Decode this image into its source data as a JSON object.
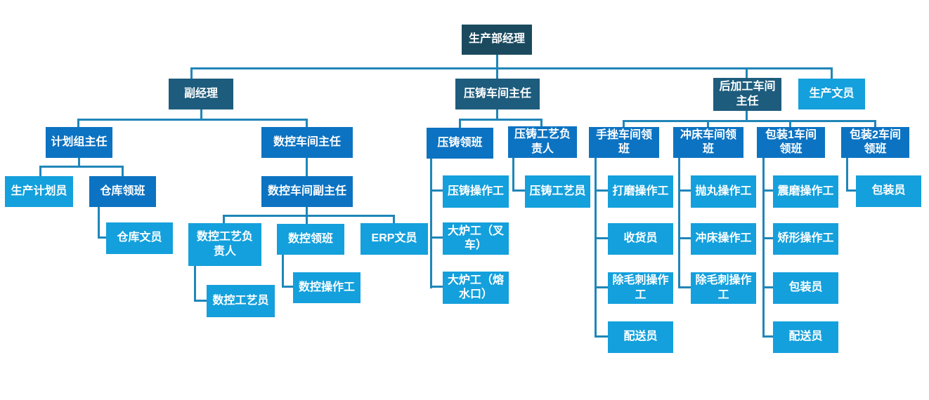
{
  "diagram": {
    "type": "org-chart",
    "title": "",
    "colors": {
      "root": "#1b4a5f",
      "dark": "#1e5c7d",
      "medium": "#0c73c2",
      "light": "#14a0dc",
      "connector": "#1f86b8",
      "text": "#ffffff",
      "background": "#ffffff"
    },
    "nodes": [
      {
        "id": "production-manager",
        "label": "生产部经理",
        "level": "root",
        "parent": null
      },
      {
        "id": "deputy-manager",
        "label": "副经理",
        "level": "dark",
        "parent": "production-manager"
      },
      {
        "id": "die-cast-director",
        "label": "压铸车间主任",
        "level": "dark",
        "parent": "production-manager"
      },
      {
        "id": "post-process-director",
        "label": "后加工车间\n主任",
        "level": "dark",
        "parent": "production-manager"
      },
      {
        "id": "production-clerk",
        "label": "生产文员",
        "level": "light",
        "parent": "production-manager"
      },
      {
        "id": "planning-director",
        "label": "计划组主任",
        "level": "medium",
        "parent": "deputy-manager"
      },
      {
        "id": "cnc-director",
        "label": "数控车间主任",
        "level": "medium",
        "parent": "deputy-manager"
      },
      {
        "id": "production-planner",
        "label": "生产计划员",
        "level": "light",
        "parent": "planning-director"
      },
      {
        "id": "warehouse-foreman",
        "label": "仓库领班",
        "level": "medium",
        "parent": "planning-director"
      },
      {
        "id": "warehouse-clerk",
        "label": "仓库文员",
        "level": "light",
        "parent": "warehouse-foreman"
      },
      {
        "id": "cnc-deputy-director",
        "label": "数控车间副主任",
        "level": "medium",
        "parent": "cnc-director"
      },
      {
        "id": "cnc-process-lead",
        "label": "数控工艺负\n责人",
        "level": "light",
        "parent": "cnc-deputy-director"
      },
      {
        "id": "cnc-foreman",
        "label": "数控领班",
        "level": "light",
        "parent": "cnc-deputy-director"
      },
      {
        "id": "erp-clerk",
        "label": "ERP文员",
        "level": "light",
        "parent": "cnc-deputy-director"
      },
      {
        "id": "cnc-process-engineer",
        "label": "数控工艺员",
        "level": "light",
        "parent": "cnc-process-lead"
      },
      {
        "id": "cnc-operator",
        "label": "数控操作工",
        "level": "light",
        "parent": "cnc-foreman"
      },
      {
        "id": "die-cast-foreman",
        "label": "压铸领班",
        "level": "medium",
        "parent": "die-cast-director"
      },
      {
        "id": "die-cast-process-lead",
        "label": "压铸工艺负\n责人",
        "level": "medium",
        "parent": "die-cast-director"
      },
      {
        "id": "die-cast-operator",
        "label": "压铸操作工",
        "level": "light",
        "parent": "die-cast-foreman"
      },
      {
        "id": "furnace-worker-forklift",
        "label": "大炉工（叉\n车）",
        "level": "light",
        "parent": "die-cast-foreman"
      },
      {
        "id": "furnace-worker-melt-port",
        "label": "大炉工（熔\n水口）",
        "level": "light",
        "parent": "die-cast-foreman"
      },
      {
        "id": "die-cast-process-engineer",
        "label": "压铸工艺员",
        "level": "light",
        "parent": "die-cast-process-lead"
      },
      {
        "id": "hand-file-foreman",
        "label": "手挫车间领\n班",
        "level": "medium",
        "parent": "post-process-director"
      },
      {
        "id": "punch-press-foreman",
        "label": "冲床车间领\n班",
        "level": "medium",
        "parent": "post-process-director"
      },
      {
        "id": "packing1-foreman",
        "label": "包装1车间\n领班",
        "level": "medium",
        "parent": "post-process-director"
      },
      {
        "id": "packing2-foreman",
        "label": "包装2车间\n领班",
        "level": "medium",
        "parent": "post-process-director"
      },
      {
        "id": "grinding-operator",
        "label": "打磨操作工",
        "level": "light",
        "parent": "hand-file-foreman"
      },
      {
        "id": "receiving-clerk",
        "label": "收货员",
        "level": "light",
        "parent": "hand-file-foreman"
      },
      {
        "id": "deburring-operator-1",
        "label": "除毛刺操作\n工",
        "level": "light",
        "parent": "hand-file-foreman"
      },
      {
        "id": "delivery-clerk-1",
        "label": "配送员",
        "level": "light",
        "parent": "hand-file-foreman"
      },
      {
        "id": "shot-blast-operator",
        "label": "抛丸操作工",
        "level": "light",
        "parent": "punch-press-foreman"
      },
      {
        "id": "punch-press-operator",
        "label": "冲床操作工",
        "level": "light",
        "parent": "punch-press-foreman"
      },
      {
        "id": "deburring-operator-2",
        "label": "除毛刺操作\n工",
        "level": "light",
        "parent": "punch-press-foreman"
      },
      {
        "id": "vibration-grind-operator",
        "label": "震磨操作工",
        "level": "light",
        "parent": "packing1-foreman"
      },
      {
        "id": "straightening-operator",
        "label": "矫形操作工",
        "level": "light",
        "parent": "packing1-foreman"
      },
      {
        "id": "packer-1",
        "label": "包装员",
        "level": "light",
        "parent": "packing1-foreman"
      },
      {
        "id": "delivery-clerk-2",
        "label": "配送员",
        "level": "light",
        "parent": "packing1-foreman"
      },
      {
        "id": "packer-2",
        "label": "包装员",
        "level": "light",
        "parent": "packing2-foreman"
      }
    ]
  }
}
